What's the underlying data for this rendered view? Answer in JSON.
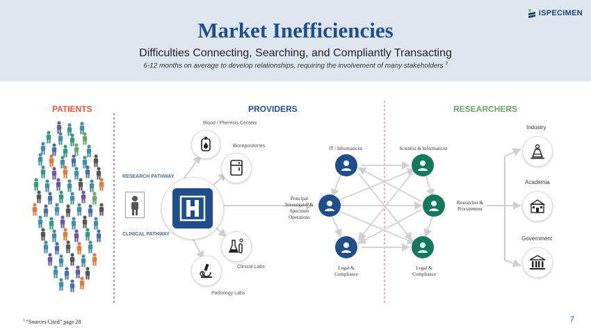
{
  "header": {
    "title": "Market Inefficiencies",
    "subtitle": "Difficulties Connecting, Searching, and Compliantly Transacting",
    "note": "6-12 months on average to develop relationships, requiring the involvement of many stakeholders",
    "note_ref": "3",
    "logo_text": "iSPECIMEN"
  },
  "sections": {
    "patients": "PATIENTS",
    "providers": "PROVIDERS",
    "researchers": "RESEARCHERS"
  },
  "colors": {
    "patients": "#e8553e",
    "providers": "#1f4e8c",
    "researchers": "#6aa56c",
    "hospital": "#1f4e8c",
    "blue_node": "#1f4e8c",
    "green_node": "#127a5c",
    "divider": "#e8553e"
  },
  "pathways": {
    "research": "RESEARCH PATHWAY",
    "clinical": "CLINICAL PATHWAY"
  },
  "providers": {
    "blood": "Blood / Pheresis Centers",
    "biorepositories": "Biorepositories",
    "clinical_labs": "Clinical Labs",
    "pathology_labs": "Pathology Labs",
    "icons": [
      "hospital-icon",
      "blood-bag-icon",
      "freezer-icon",
      "lab-flask-icon",
      "microscope-icon"
    ]
  },
  "network": {
    "it": "IT / Informaticist",
    "scientist": "Scientist & Informaticist",
    "pi": "Principal Investigator & Specimen Operations",
    "researcher": "Researcher & Procurement",
    "legal_left": "Legal & Compliance",
    "legal_right": "Legal & Compliance"
  },
  "researchers": {
    "industry": "Industry",
    "academia": "Academia",
    "government": "Government",
    "icons": [
      "industry-lab-icon",
      "school-icon",
      "government-building-icon"
    ]
  },
  "footer": {
    "footnote_ref": "3",
    "footnote": "“Sources Cited” page 28",
    "page_number": "7"
  }
}
